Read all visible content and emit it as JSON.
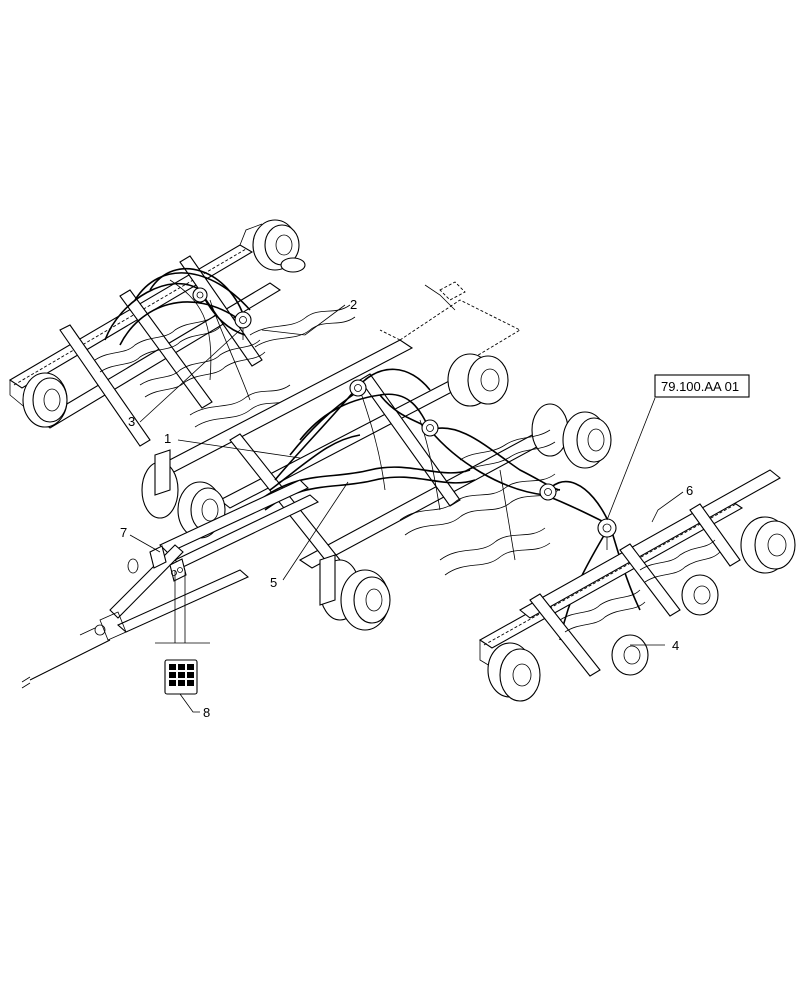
{
  "callouts": [
    {
      "id": "1",
      "label": "1"
    },
    {
      "id": "2",
      "label": "2"
    },
    {
      "id": "3",
      "label": "3"
    },
    {
      "id": "4",
      "label": "4"
    },
    {
      "id": "5",
      "label": "5"
    },
    {
      "id": "6",
      "label": "6"
    },
    {
      "id": "7",
      "label": "7"
    },
    {
      "id": "8",
      "label": "8"
    }
  ],
  "reference": {
    "label": "79.100.AA 01"
  }
}
